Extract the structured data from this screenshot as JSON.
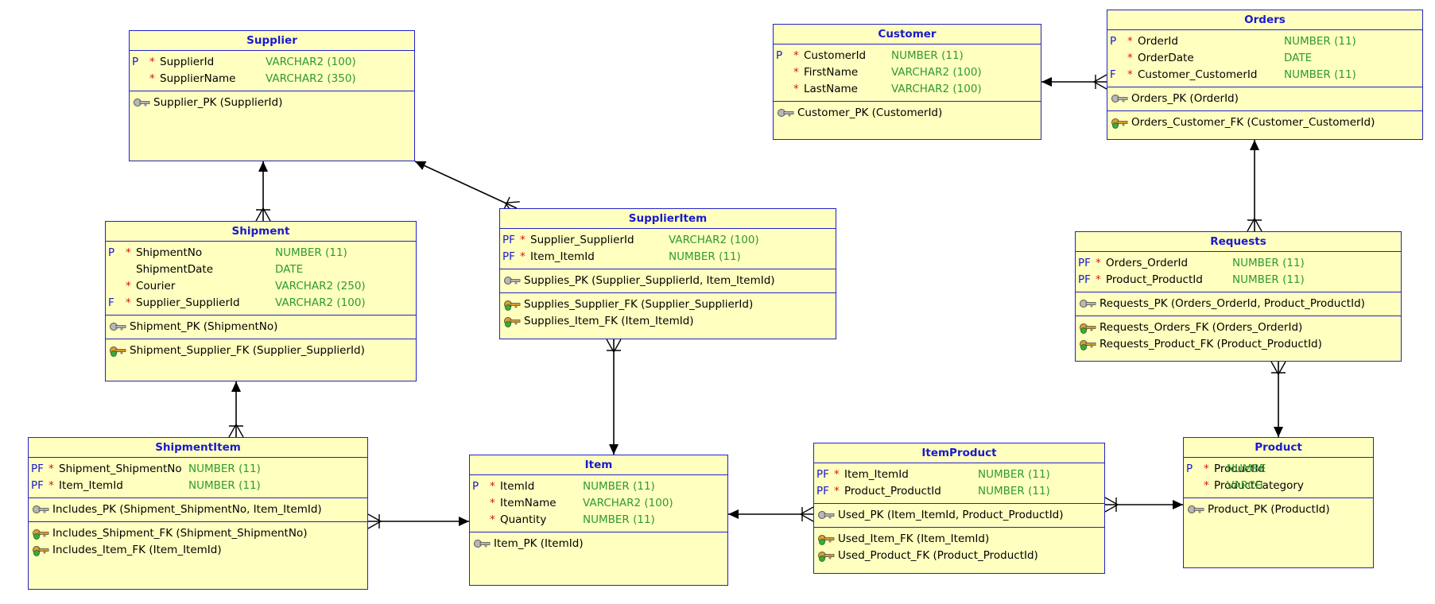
{
  "diagram": {
    "tables": [
      {
        "id": "supplier",
        "name": "Supplier",
        "columns": [
          {
            "key": "P",
            "req": true,
            "name": "SupplierId",
            "type": "VARCHAR2 (100)"
          },
          {
            "key": "",
            "req": true,
            "name": "SupplierName",
            "type": "VARCHAR2 (350)"
          }
        ],
        "pk": [
          "Supplier_PK (SupplierId)"
        ],
        "fks": []
      },
      {
        "id": "customer",
        "name": "Customer",
        "columns": [
          {
            "key": "P",
            "req": true,
            "name": "CustomerId",
            "type": "NUMBER (11)"
          },
          {
            "key": "",
            "req": true,
            "name": "FirstName",
            "type": "VARCHAR2 (100)"
          },
          {
            "key": "",
            "req": true,
            "name": "LastName",
            "type": "VARCHAR2 (100)"
          }
        ],
        "pk": [
          "Customer_PK (CustomerId)"
        ],
        "fks": []
      },
      {
        "id": "orders",
        "name": "Orders",
        "columns": [
          {
            "key": "P",
            "req": true,
            "name": "OrderId",
            "type": "NUMBER (11)"
          },
          {
            "key": "",
            "req": true,
            "name": "OrderDate",
            "type": "DATE"
          },
          {
            "key": "F",
            "req": true,
            "name": "Customer_CustomerId",
            "type": "NUMBER (11)"
          }
        ],
        "pk": [
          "Orders_PK (OrderId)"
        ],
        "fks": [
          "Orders_Customer_FK (Customer_CustomerId)"
        ]
      },
      {
        "id": "shipment",
        "name": "Shipment",
        "columns": [
          {
            "key": "P",
            "req": true,
            "name": "ShipmentNo",
            "type": "NUMBER (11)"
          },
          {
            "key": "",
            "req": false,
            "name": "ShipmentDate",
            "type": "DATE"
          },
          {
            "key": "",
            "req": true,
            "name": "Courier",
            "type": "VARCHAR2 (250)"
          },
          {
            "key": "F",
            "req": true,
            "name": "Supplier_SupplierId",
            "type": "VARCHAR2 (100)"
          }
        ],
        "pk": [
          "Shipment_PK (ShipmentNo)"
        ],
        "fks": [
          "Shipment_Supplier_FK (Supplier_SupplierId)"
        ]
      },
      {
        "id": "supplieritem",
        "name": "SupplierItem",
        "columns": [
          {
            "key": "PF",
            "req": true,
            "name": "Supplier_SupplierId",
            "type": "VARCHAR2 (100)"
          },
          {
            "key": "PF",
            "req": true,
            "name": "Item_ItemId",
            "type": "NUMBER (11)"
          }
        ],
        "pk": [
          "Supplies_PK (Supplier_SupplierId, Item_ItemId)"
        ],
        "fks": [
          "Supplies_Supplier_FK (Supplier_SupplierId)",
          "Supplies_Item_FK (Item_ItemId)"
        ]
      },
      {
        "id": "requests",
        "name": "Requests",
        "columns": [
          {
            "key": "PF",
            "req": true,
            "name": "Orders_OrderId",
            "type": "NUMBER (11)"
          },
          {
            "key": "PF",
            "req": true,
            "name": "Product_ProductId",
            "type": "NUMBER (11)"
          }
        ],
        "pk": [
          "Requests_PK (Orders_OrderId, Product_ProductId)"
        ],
        "fks": [
          "Requests_Orders_FK (Orders_OrderId)",
          "Requests_Product_FK (Product_ProductId)"
        ]
      },
      {
        "id": "shipmentitem",
        "name": "ShipmentItem",
        "columns": [
          {
            "key": "PF",
            "req": true,
            "name": "Shipment_ShipmentNo",
            "type": "NUMBER (11)"
          },
          {
            "key": "PF",
            "req": true,
            "name": "Item_ItemId",
            "type": "NUMBER (11)"
          }
        ],
        "pk": [
          "Includes_PK (Shipment_ShipmentNo, Item_ItemId)"
        ],
        "fks": [
          "Includes_Shipment_FK (Shipment_ShipmentNo)",
          "Includes_Item_FK (Item_ItemId)"
        ]
      },
      {
        "id": "item",
        "name": "Item",
        "columns": [
          {
            "key": "P",
            "req": true,
            "name": "ItemId",
            "type": "NUMBER (11)"
          },
          {
            "key": "",
            "req": true,
            "name": "ItemName",
            "type": "VARCHAR2 (100)"
          },
          {
            "key": "",
            "req": true,
            "name": "Quantity",
            "type": "NUMBER (11)"
          }
        ],
        "pk": [
          "Item_PK (ItemId)"
        ],
        "fks": []
      },
      {
        "id": "itemproduct",
        "name": "ItemProduct",
        "columns": [
          {
            "key": "PF",
            "req": true,
            "name": "Item_ItemId",
            "type": "NUMBER (11)"
          },
          {
            "key": "PF",
            "req": true,
            "name": "Product_ProductId",
            "type": "NUMBER (11)"
          }
        ],
        "pk": [
          "Used_PK (Item_ItemId, Product_ProductId)"
        ],
        "fks": [
          "Used_Item_FK (Item_ItemId)",
          "Used_Product_FK (Product_ProductId)"
        ]
      },
      {
        "id": "product",
        "name": "Product",
        "columns": [
          {
            "key": "P",
            "req": true,
            "name": "ProductId",
            "type": "NUMBE"
          },
          {
            "key": "",
            "req": true,
            "name": "ProductCategory",
            "type": "VARCH"
          }
        ],
        "pk": [
          "Product_PK (ProductId)"
        ],
        "fks": []
      }
    ],
    "colors": {
      "table_fill": "#ffffc0",
      "border": "#2222cc",
      "title": "#1a1acc",
      "type": "#2f9a2f",
      "required": "#dd1111",
      "line": "#000000"
    },
    "relationships": [
      {
        "from": "shipment",
        "to": "supplier"
      },
      {
        "from": "supplieritem",
        "to": "supplier"
      },
      {
        "from": "supplieritem",
        "to": "item"
      },
      {
        "from": "shipmentitem",
        "to": "shipment"
      },
      {
        "from": "shipmentitem",
        "to": "item"
      },
      {
        "from": "itemproduct",
        "to": "item"
      },
      {
        "from": "itemproduct",
        "to": "product"
      },
      {
        "from": "orders",
        "to": "customer"
      },
      {
        "from": "requests",
        "to": "orders"
      },
      {
        "from": "requests",
        "to": "product"
      }
    ]
  }
}
